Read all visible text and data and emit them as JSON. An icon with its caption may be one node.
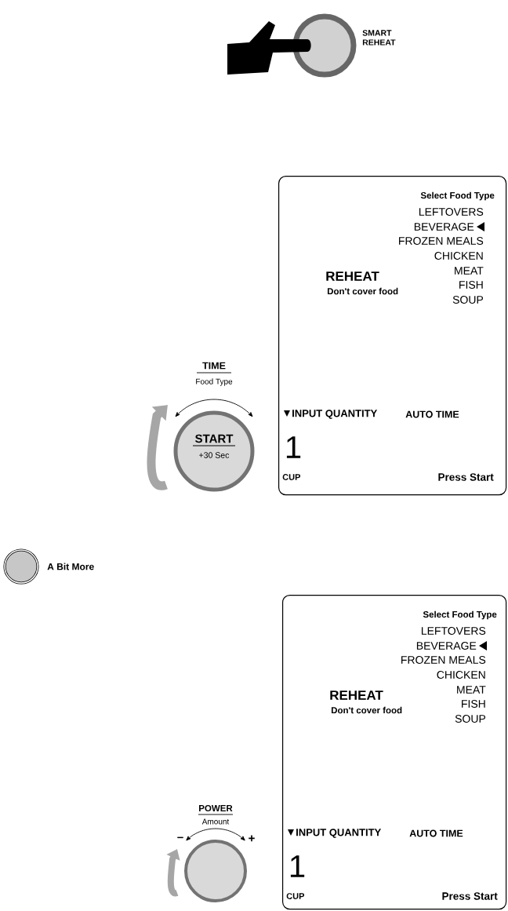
{
  "diagram": {
    "nodes": [
      {
        "text": [
          "SMART REHEAT"
        ]
      },
      {
        "text": [
          "Select Food Type",
          "LEFTOVERS",
          "BEVERAGE",
          "FROZEN MEALS",
          "CHICKEN",
          "MEAT",
          "FISH",
          "SOUP",
          "REHEAT",
          "Don't cover food",
          "INPUT QUANTITY",
          "AUTO TIME",
          "1",
          "CUP",
          "Press Start"
        ]
      },
      {
        "text": [
          "TIME",
          "Food Type",
          "START",
          "+30 Sec"
        ]
      },
      {
        "text": [
          "A Bit More"
        ]
      },
      {
        "text": [
          "Select Food Type",
          "LEFTOVERS",
          "BEVERAGE",
          "FROZEN MEALS",
          "CHICKEN",
          "MEAT",
          "FISH",
          "SOUP",
          "REHEAT",
          "Don't cover food",
          "INPUT QUANTITY",
          "AUTO TIME",
          "1",
          "CUP",
          "Press Start"
        ]
      },
      {
        "text": [
          "POWER",
          "Amount"
        ],
        "beside": [
          "–",
          "+"
        ]
      }
    ]
  }
}
